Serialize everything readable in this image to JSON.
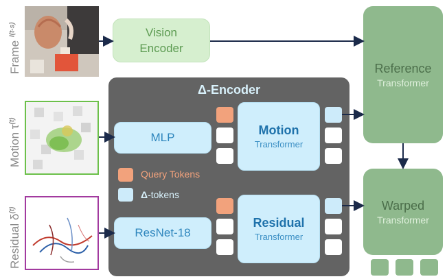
{
  "side_labels": {
    "frame": "Frame",
    "frame_sup": "I(t-s)",
    "motion": "Motion",
    "motion_sym": "τ",
    "motion_sup": "(t)",
    "residual": "Residual",
    "residual_sym": "δ",
    "residual_sup": "(t)"
  },
  "vision_encoder": {
    "line1": "Vision",
    "line2": "Encoder"
  },
  "delta_encoder": {
    "title": "Δ-Encoder"
  },
  "mlp": {
    "label": "MLP"
  },
  "resnet": {
    "label": "ResNet-18"
  },
  "motion_transformer": {
    "title": "Motion",
    "subtitle": "Transformer"
  },
  "residual_transformer": {
    "title": "Residual",
    "subtitle": "Transformer"
  },
  "reference_transformer": {
    "title": "Reference",
    "subtitle": "Transformer"
  },
  "warped_transformer": {
    "title": "Warped",
    "subtitle": "Transformer"
  },
  "legend": {
    "query_tokens": "Query Tokens",
    "delta_symbol": "Δ",
    "delta_tokens_suffix": "-tokens"
  },
  "colors": {
    "encoder_bg": "#636363",
    "green_box": "#d6efcf",
    "blue_box": "#cfeefc",
    "dark_green": "#8fb98d",
    "orange_token": "#f2a27c",
    "motion_border": "#6cc04a",
    "residual_border": "#a23a9f"
  }
}
